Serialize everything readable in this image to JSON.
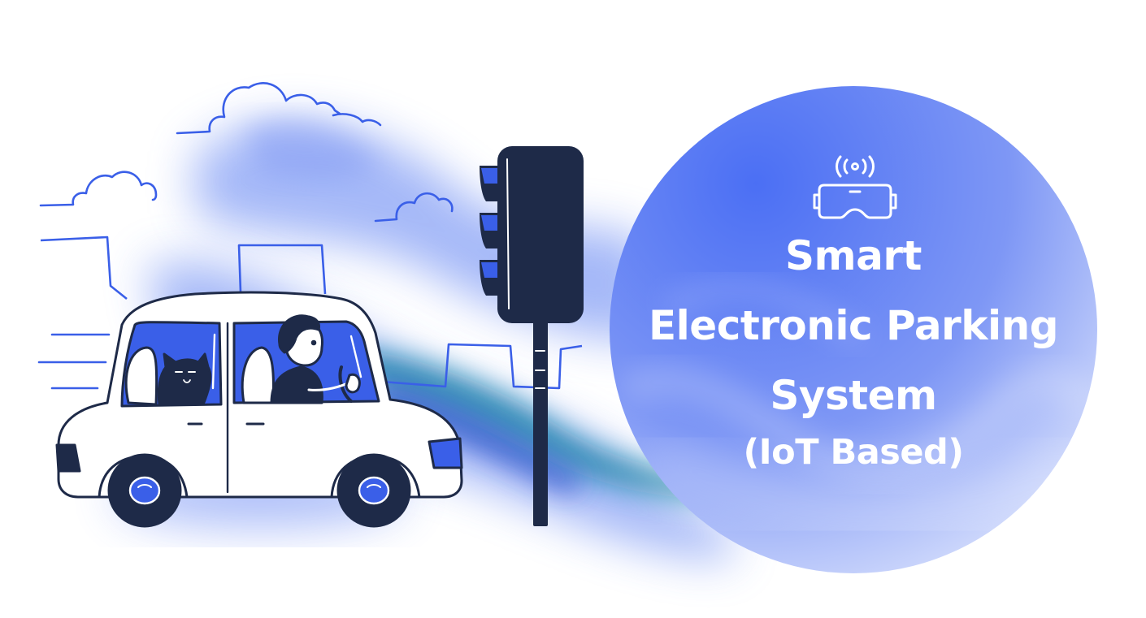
{
  "title": {
    "line1": "Smart",
    "line2": "Electronic Parking",
    "line3": "System",
    "line4": "(IoT Based)"
  },
  "colors": {
    "accent": "#4a6ff2",
    "light_accent": "#dfe6fd",
    "dark": "#1e2a48",
    "teal": "#0e7fa3",
    "white": "#ffffff"
  },
  "icons": {
    "header": "vr-headset-icon"
  }
}
